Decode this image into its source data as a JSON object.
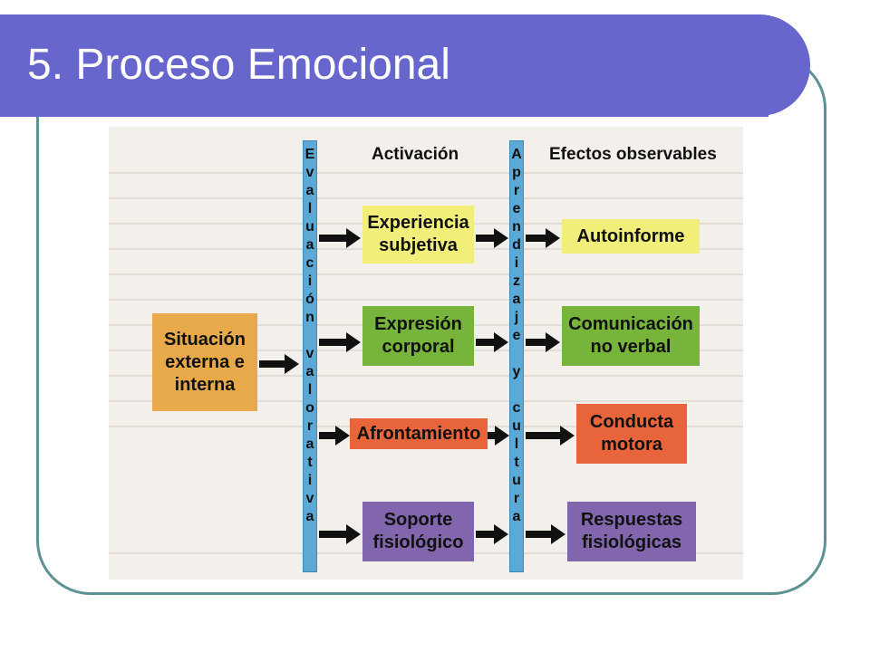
{
  "slide": {
    "title": "5. Proceso Emocional"
  },
  "diagram": {
    "headers": {
      "activation": "Activación",
      "observable": "Efectos observables"
    },
    "bar_evaluation": [
      "E",
      "v",
      "a",
      "l",
      "u",
      "a",
      "c",
      "i",
      "ó",
      "n",
      "",
      "v",
      "a",
      "l",
      "o",
      "r",
      "a",
      "t",
      "i",
      "v",
      "a"
    ],
    "bar_learning": [
      "A",
      "p",
      "r",
      "e",
      "n",
      "d",
      "i",
      "z",
      "a",
      "j",
      "e",
      "",
      "y",
      "",
      "c",
      "u",
      "l",
      "t",
      "u",
      "r",
      "a"
    ],
    "source": "Situación externa e interna",
    "activation_boxes": [
      "Experiencia subjetiva",
      "Expresión corporal",
      "Afrontamiento",
      "Soporte fisiológico"
    ],
    "effect_boxes": [
      "Autoinforme",
      "Comunicación no verbal",
      "Conducta motora",
      "Respuestas fisiológicas"
    ],
    "colors": {
      "title_bar": "#6666cc",
      "frame": "#5e9191",
      "vertical_bars": "#5aa9d6",
      "source": "#e8a94b",
      "row1": "#f2ee7a",
      "row2": "#76b43c",
      "row3": "#e8643a",
      "row4": "#8266ad"
    }
  }
}
